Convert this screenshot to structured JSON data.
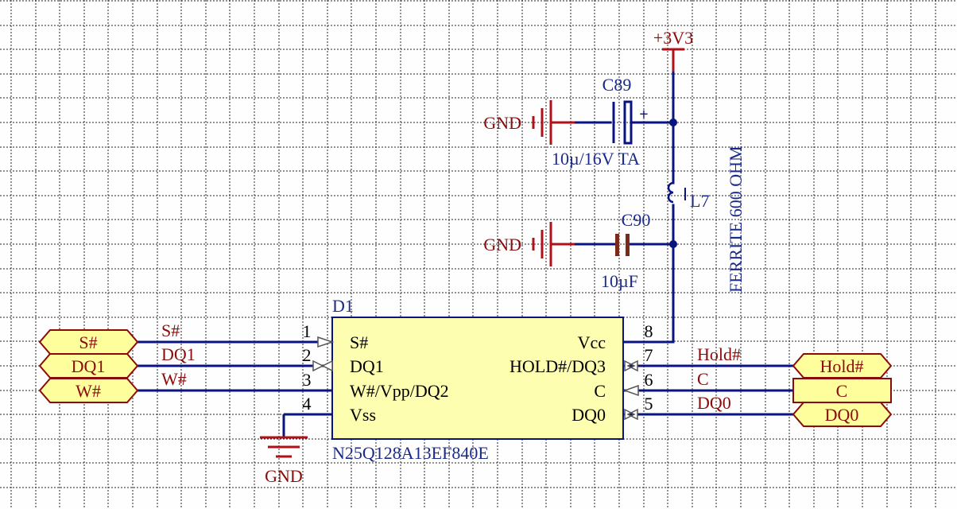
{
  "colors": {
    "background": "#fefefe",
    "grid": "#262626",
    "wire": "#0a1480",
    "ground_red": "#b01018",
    "chip_fill": "#fefeb0",
    "port_fill": "#fffe9c",
    "text_blue": "#1a2a8a",
    "text_red": "#8b0a0a"
  },
  "power": {
    "label": "+3V3"
  },
  "grounds": [
    "GND",
    "GND",
    "GND"
  ],
  "c89": {
    "ref": "C89",
    "value": "10µ/16V TA",
    "polarity": "+"
  },
  "c90": {
    "ref": "C90",
    "value": "10µF"
  },
  "l7": {
    "ref": "L7",
    "value": "FERRITE 600 OHM"
  },
  "chip": {
    "ref": "D1",
    "part": "N25Q128A13EF840E",
    "left_pins": [
      {
        "num": "1",
        "name": "S#"
      },
      {
        "num": "2",
        "name": "DQ1"
      },
      {
        "num": "3",
        "name": "W#/Vpp/DQ2"
      },
      {
        "num": "4",
        "name": "Vss"
      }
    ],
    "right_pins": [
      {
        "num": "8",
        "name": "Vcc"
      },
      {
        "num": "7",
        "name": "HOLD#/DQ3"
      },
      {
        "num": "6",
        "name": "C"
      },
      {
        "num": "5",
        "name": "DQ0"
      }
    ]
  },
  "left_ports": [
    "S#",
    "DQ1",
    "W#"
  ],
  "left_nets": [
    "S#",
    "DQ1",
    "W#"
  ],
  "right_ports": [
    "Hold#",
    "C",
    "DQ0"
  ],
  "right_nets": [
    "Hold#",
    "C",
    "DQ0"
  ]
}
